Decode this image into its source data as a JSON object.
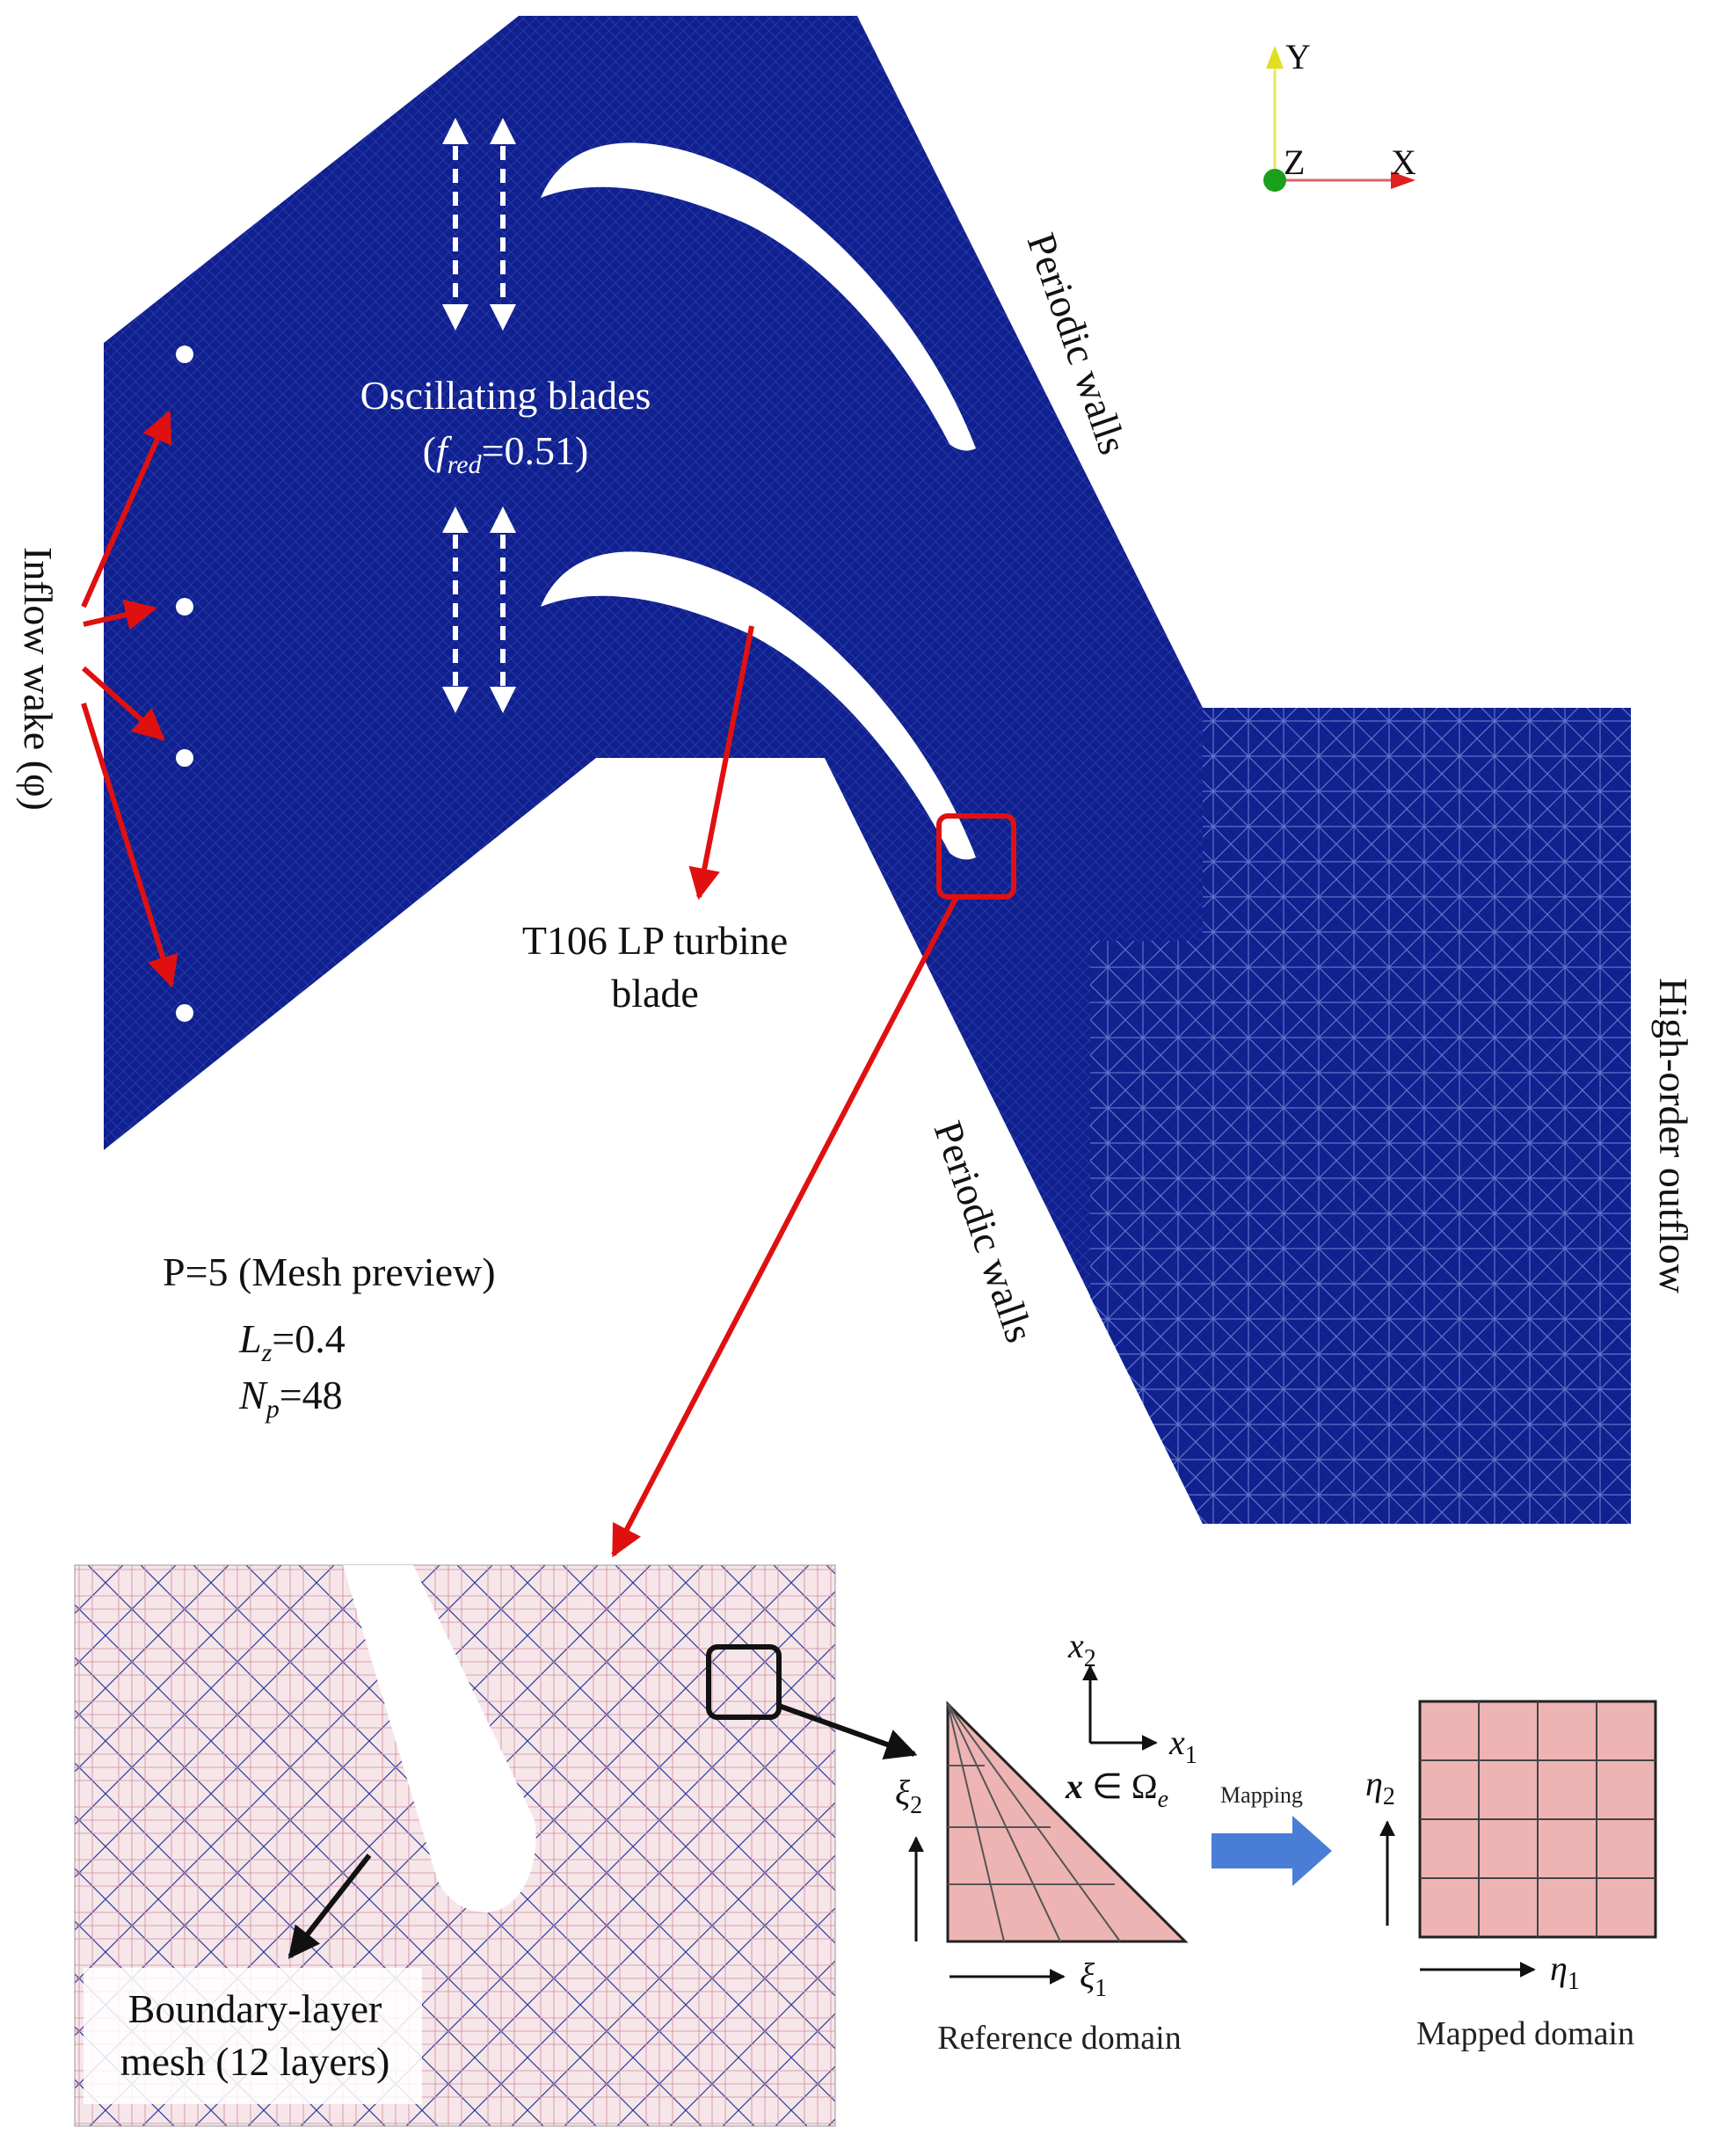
{
  "colors": {
    "mesh_blue": "#10208f",
    "arrow_red": "#e01010",
    "tri_fill": "#eeb4b4",
    "map_arrow": "#4a7ed6",
    "axis_y_cone": "#e0e020",
    "axis_x_cone": "#e02020",
    "axis_z_dot": "#1aa01a"
  },
  "axes_triad": {
    "y": "Y",
    "z": "Z",
    "x": "X"
  },
  "main_mesh": {
    "oscillating_label": "Oscillating blades",
    "fred_sym": "f",
    "fred_sub": "red",
    "fred_value": "=0.51)",
    "fred_open": "(",
    "periodic_top": "Periodic walls",
    "periodic_bottom": "Periodic walls",
    "inflow_label": "Inflow wake (φ)",
    "highorder_label": "High-order outflow",
    "blade_label_1": "T106 LP turbine",
    "blade_label_2": "blade"
  },
  "mesh_info": {
    "preview": "P=5 (Mesh preview)",
    "lz_sym": "L",
    "lz_sub": "z",
    "lz_value": "=0.4",
    "np_sym": "N",
    "np_sub": "p",
    "np_value": "=48"
  },
  "zoom_panel": {
    "bl_label_1": "Boundary-layer",
    "bl_label_2": "mesh (12 layers)"
  },
  "reference": {
    "x2": "x",
    "x2_sub": "2",
    "x1": "x",
    "x1_sub": "1",
    "xi2": "ξ",
    "xi2_sub": "2",
    "xi1": "ξ",
    "xi1_sub": "1",
    "membership_x": "x",
    "membership_rest": " ∈ Ω",
    "membership_sub": "e",
    "caption": "Reference domain"
  },
  "mapping": {
    "label": "Mapping"
  },
  "mapped": {
    "eta2": "η",
    "eta2_sub": "2",
    "eta1": "η",
    "eta1_sub": "1",
    "caption": "Mapped domain"
  }
}
